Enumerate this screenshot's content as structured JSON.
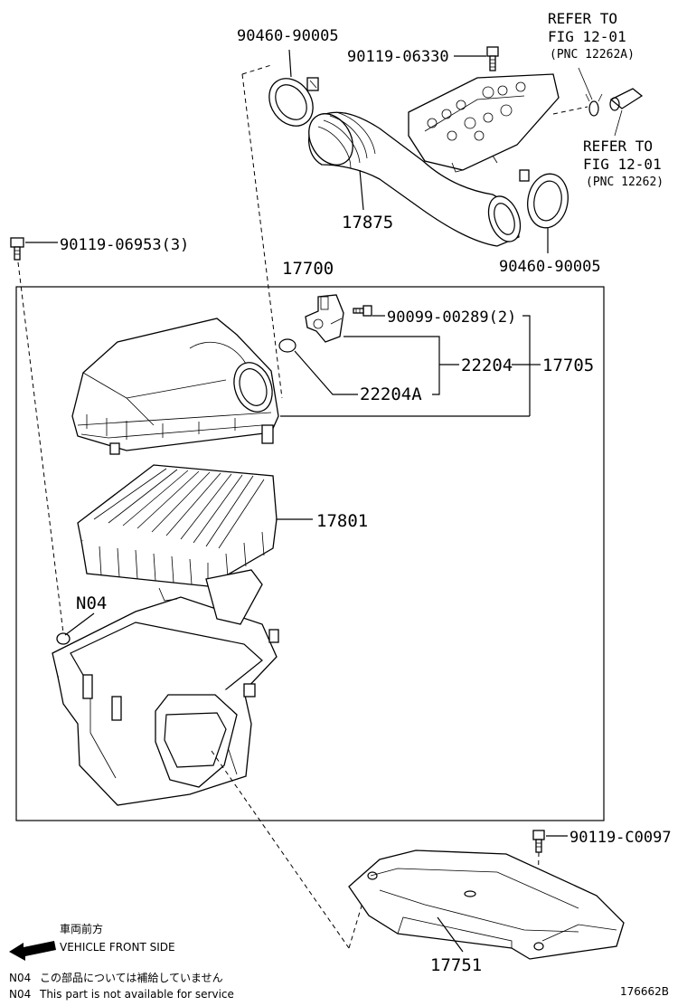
{
  "parts": {
    "clamp_top": "90460-90005",
    "bolt_inlet": "90119-06330",
    "hose": "17875",
    "clamp_right": "90460-90005",
    "bolt_box": "90119-06953(3)",
    "assembly": "17700",
    "screw_sensor": "90099-00289(2)",
    "sensor": "22204",
    "oring": "22204A",
    "cap_sub": "17705",
    "element": "17801",
    "note_marker": "N04",
    "bolt_duct": "90119-C0097",
    "duct": "17751"
  },
  "refs": {
    "ref1_line1": "REFER TO",
    "ref1_line2": "FIG 12-01",
    "ref1_line3": "(PNC 12262A)",
    "ref2_line1": "REFER TO",
    "ref2_line2": "FIG 12-01",
    "ref2_line3": "(PNC 12262)"
  },
  "legend": {
    "front_jp": "車両前方",
    "front_en": "VEHICLE FRONT SIDE",
    "note_code_1": "N04",
    "note_jp": "この部品については補給していません",
    "note_code_2": "N04",
    "note_en": "This part is not available for service"
  },
  "figure_id": "176662B"
}
